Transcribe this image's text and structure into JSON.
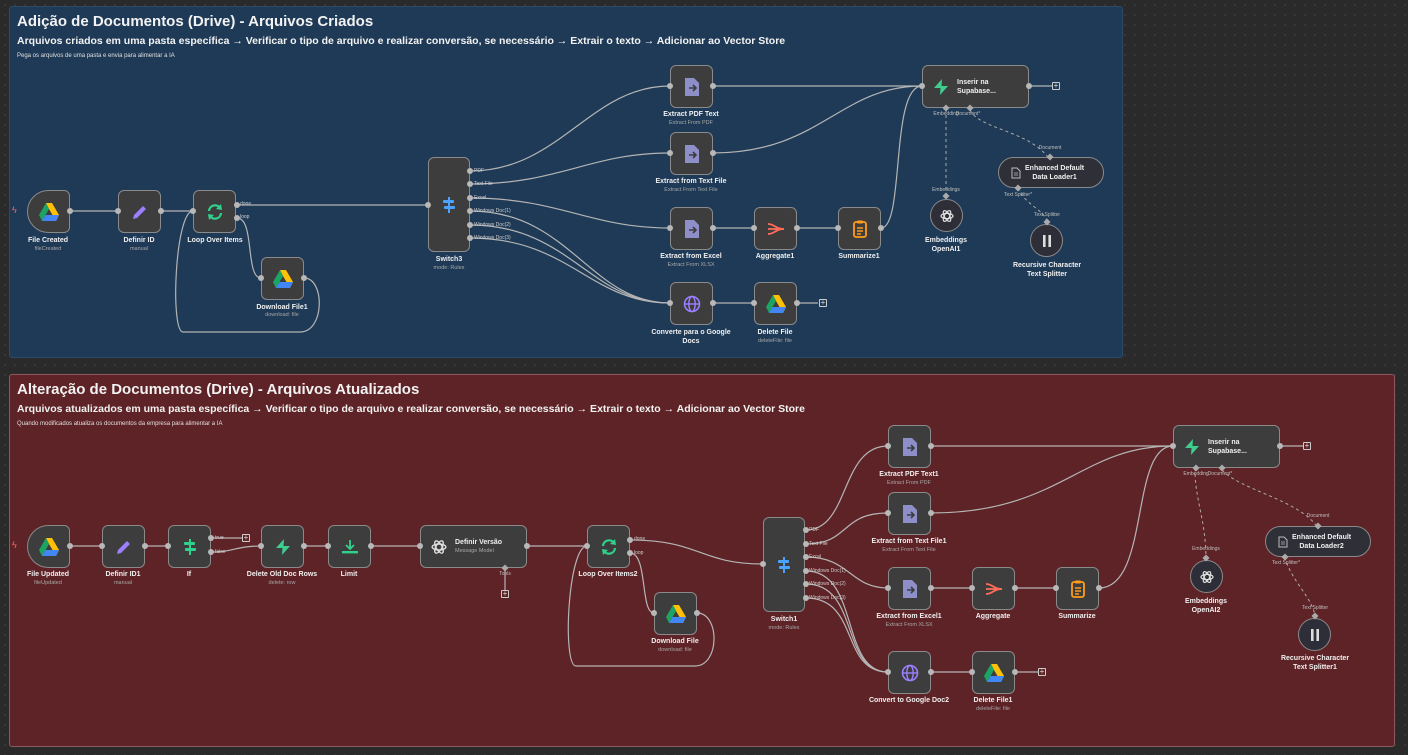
{
  "colors": {
    "sticky_blue": "#1f3a56",
    "sticky_red": "#5e2327",
    "canvas_bg": "#2a2a2a",
    "node_bg": "#3d3d3d",
    "wire": "#b5b5b5",
    "gdrive_green": "#1da462",
    "gdrive_yellow": "#ffc107",
    "gdrive_blue": "#4285f4",
    "edit_purple": "#9b7fff",
    "loop_green": "#2fd28b",
    "switch_blue": "#4aa3ff",
    "supabase_green": "#3ecf8e",
    "aggregate_red": "#ff6d5a",
    "summarize_orange": "#ff9c1a",
    "doc_purple": "#8e8ec9",
    "trigger_bolt": "#ff6a6a"
  },
  "sticky1": {
    "title": "Adição de Documentos (Drive) - Arquivos Criados",
    "subtitle": "Arquivos criados em uma pasta específica → Verificar o tipo de arquivo e realizar conversão, se necessário → Extrair o texto → Adicionar ao Vector Store",
    "note": "Pega os arquivos de uma pasta e envia para alimentar a IA"
  },
  "sticky2": {
    "title": "Alteração de Documentos (Drive) - Arquivos Atualizados",
    "subtitle": "Arquivos atualizados em uma pasta específica → Verificar o tipo de arquivo e realizar conversão, se necessário → Extrair o texto → Adicionar ao Vector Store",
    "note": "Quando modificados atualiza os documentos da empresa para alimentar a IA"
  },
  "wf1": {
    "file_created": {
      "label": "File Created",
      "sub": "fileCreated",
      "icon": "google-drive-icon"
    },
    "definir_id": {
      "label": "Definir ID",
      "sub": "manual",
      "icon": "pencil-icon"
    },
    "loop": {
      "label": "Loop Over Items",
      "out_done": "done",
      "out_loop": "loop",
      "icon": "loop-icon"
    },
    "download": {
      "label": "Download File1",
      "sub": "download: file",
      "icon": "google-drive-icon"
    },
    "switch": {
      "label": "Switch3",
      "sub": "mode: Rules",
      "outputs": [
        "PDF",
        "Text File",
        "Excel",
        "Windows Doc(1)",
        "Windows Doc(2)",
        "Windows Doc(3)"
      ],
      "icon": "switch-icon"
    },
    "extract_pdf": {
      "label": "Extract PDF Text",
      "sub": "Extract From PDF",
      "icon": "extract-file-icon"
    },
    "extract_text": {
      "label": "Extract from Text File",
      "sub": "Extract From Text File",
      "icon": "extract-file-icon"
    },
    "extract_excel": {
      "label": "Extract from Excel",
      "sub": "Extract From XLSX",
      "icon": "extract-file-icon"
    },
    "aggregate": {
      "label": "Aggregate1",
      "icon": "aggregate-icon"
    },
    "summarize": {
      "label": "Summarize1",
      "icon": "summarize-icon"
    },
    "convert": {
      "label1": "Converte para o Google",
      "label2": "Docs",
      "icon": "globe-icon"
    },
    "delete": {
      "label": "Delete File",
      "sub": "deleteFile: file",
      "icon": "google-drive-icon"
    },
    "supabase": {
      "label1": "Inserir na",
      "label2": "Supabase...",
      "port_embedding": "Embedding",
      "port_document": "Document*",
      "icon": "supabase-icon"
    },
    "embeddings": {
      "label1": "Embeddings",
      "label2": "OpenAI1",
      "port": "Embeddings",
      "icon": "openai-icon"
    },
    "loader": {
      "label1": "Enhanced Default",
      "label2": "Data Loader1",
      "port_doc": "Document",
      "port_ts": "Text Splitter*",
      "icon": "document-icon"
    },
    "splitter": {
      "label1": "Recursive Character",
      "label2": "Text Splitter",
      "port": "Text Splitter",
      "icon": "splitter-icon"
    }
  },
  "wf2": {
    "file_updated": {
      "label": "File Updated",
      "sub": "fileUpdated",
      "icon": "google-drive-icon"
    },
    "definir_id": {
      "label": "Definir ID1",
      "sub": "manual",
      "icon": "pencil-icon"
    },
    "if": {
      "label": "If",
      "out_true": "true",
      "out_false": "false",
      "icon": "if-icon"
    },
    "delete_rows": {
      "label": "Delete Old Doc Rows",
      "sub": "delete: row",
      "icon": "supabase-icon"
    },
    "limit": {
      "label": "Limit",
      "icon": "limit-icon"
    },
    "definir_versao": {
      "label": "Definir Versão",
      "sub": "Message Model",
      "port_tools": "Tools",
      "icon": "openai-icon"
    },
    "loop": {
      "label": "Loop Over Items2",
      "out_done": "done",
      "out_loop": "loop",
      "icon": "loop-icon"
    },
    "download": {
      "label": "Download File",
      "sub": "download: file",
      "icon": "google-drive-icon"
    },
    "switch": {
      "label": "Switch1",
      "sub": "mode: Rules",
      "outputs": [
        "PDF",
        "Text File",
        "Excel",
        "Windows Doc(1)",
        "Windows Doc(2)",
        "Windows Doc(3)"
      ],
      "icon": "switch-icon"
    },
    "extract_pdf": {
      "label": "Extract PDF Text1",
      "sub": "Extract From PDF",
      "icon": "extract-file-icon"
    },
    "extract_text": {
      "label": "Extract from Text File1",
      "sub": "Extract From Text File",
      "icon": "extract-file-icon"
    },
    "extract_excel": {
      "label": "Extract from Excel1",
      "sub": "Extract From XLSX",
      "icon": "extract-file-icon"
    },
    "aggregate": {
      "label": "Aggregate",
      "icon": "aggregate-icon"
    },
    "summarize": {
      "label": "Summarize",
      "icon": "summarize-icon"
    },
    "convert": {
      "label": "Convert to Google Doc2",
      "icon": "globe-icon"
    },
    "delete": {
      "label": "Delete File1",
      "sub": "deleteFile: file",
      "icon": "google-drive-icon"
    },
    "supabase": {
      "label1": "Inserir na",
      "label2": "Supabase...",
      "port_embedding": "Embedding",
      "port_document": "Document*",
      "icon": "supabase-icon"
    },
    "embeddings": {
      "label1": "Embeddings",
      "label2": "OpenAI2",
      "port": "Embeddings",
      "icon": "openai-icon"
    },
    "loader": {
      "label1": "Enhanced Default",
      "label2": "Data Loader2",
      "port_doc": "Document",
      "port_ts": "Text Splitter*",
      "icon": "document-icon"
    },
    "splitter": {
      "label1": "Recursive Character",
      "label2": "Text Splitter1",
      "port": "Text Splitter",
      "icon": "splitter-icon"
    }
  }
}
